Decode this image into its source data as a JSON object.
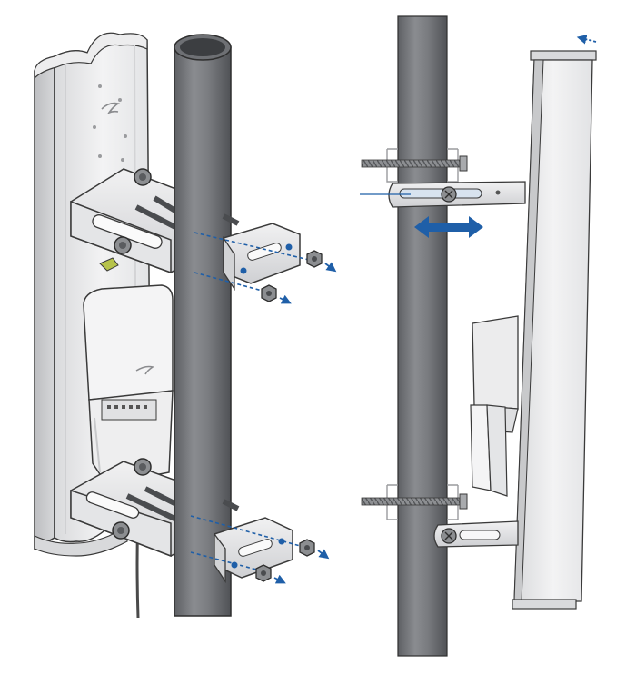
{
  "figure": {
    "panels": [
      {
        "id": "perspective",
        "view": "perspective"
      },
      {
        "id": "side",
        "view": "side"
      }
    ],
    "arrow_color": "#1f5fa8",
    "pole_color": "#7a7c80",
    "panel_color": "#e9eaec",
    "outline_color": "#3a3a3a",
    "icons": [
      "sector-antenna-icon",
      "mounting-pole-icon",
      "mounting-bracket-icon",
      "nut-icon",
      "bolt-icon",
      "radio-unit-icon",
      "adjustment-arrow-icon"
    ]
  }
}
